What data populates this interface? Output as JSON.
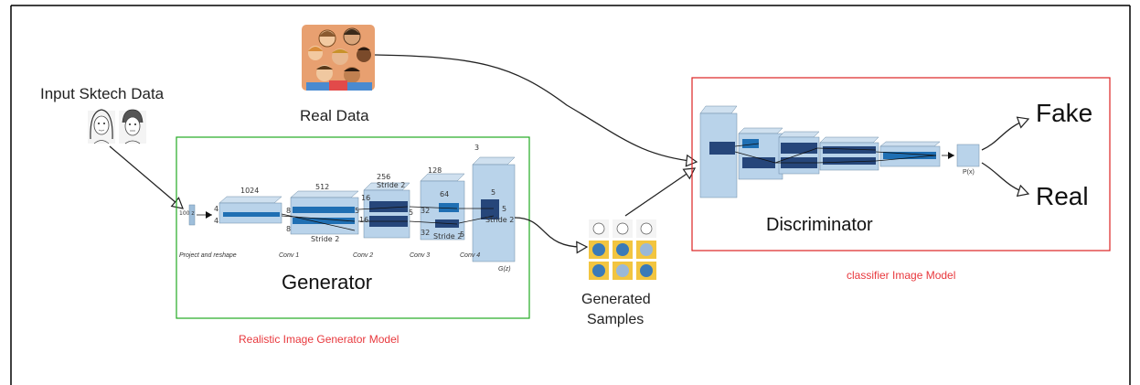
{
  "labels": {
    "input_sketch": "Input Sktech Data",
    "real_data": "Real Data",
    "generator": "Generator",
    "generator_caption": "Realistic Image Generator Model",
    "generated_samples_line1": "Generated",
    "generated_samples_line2": "Samples",
    "discriminator": "Discriminator",
    "discriminator_caption": "classifier  Image Model",
    "fake": "Fake",
    "real": "Real"
  },
  "generator_diagram": {
    "dims": [
      "1024",
      "512",
      "256",
      "128",
      "64",
      "3",
      "100 z"
    ],
    "sizes": [
      "4",
      "4",
      "8",
      "8",
      "16",
      "16",
      "32",
      "32",
      "5",
      "5",
      "5",
      "5",
      "5"
    ],
    "strides": [
      "Stride 2",
      "Stride 2",
      "Stride 2",
      "Stride 2"
    ],
    "stage_names": [
      "Project and reshape",
      "Conv 1",
      "Conv 2",
      "Conv 3",
      "Conv 4",
      "G(z)"
    ]
  },
  "discriminator_output": "P(x)",
  "colors": {
    "generator_border": "#22aa22",
    "discriminator_border": "#dd2222",
    "caption_red": "#e8383d",
    "layer_fill": "#b9d3ea",
    "filter_blue": "#1f6fb3"
  }
}
